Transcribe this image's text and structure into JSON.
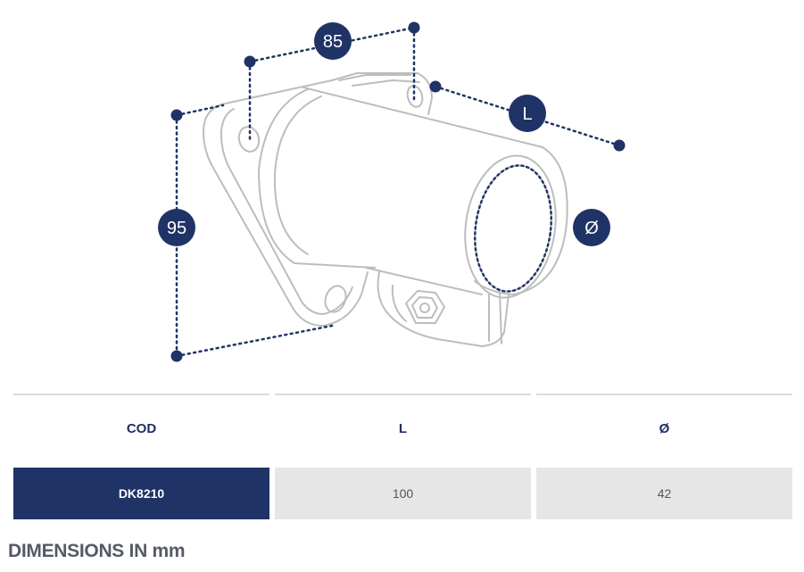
{
  "diagram": {
    "labels": {
      "width": "85",
      "height": "95",
      "length": "L",
      "diameter": "Ø"
    },
    "colors": {
      "accent": "#1f3366",
      "outline": "#bdbdbd"
    }
  },
  "table": {
    "headers": [
      "COD",
      "L",
      "Ø"
    ],
    "rows": [
      [
        "DK8210",
        "100",
        "42"
      ]
    ]
  },
  "footer": {
    "note": "DIMENSIONS IN mm"
  }
}
